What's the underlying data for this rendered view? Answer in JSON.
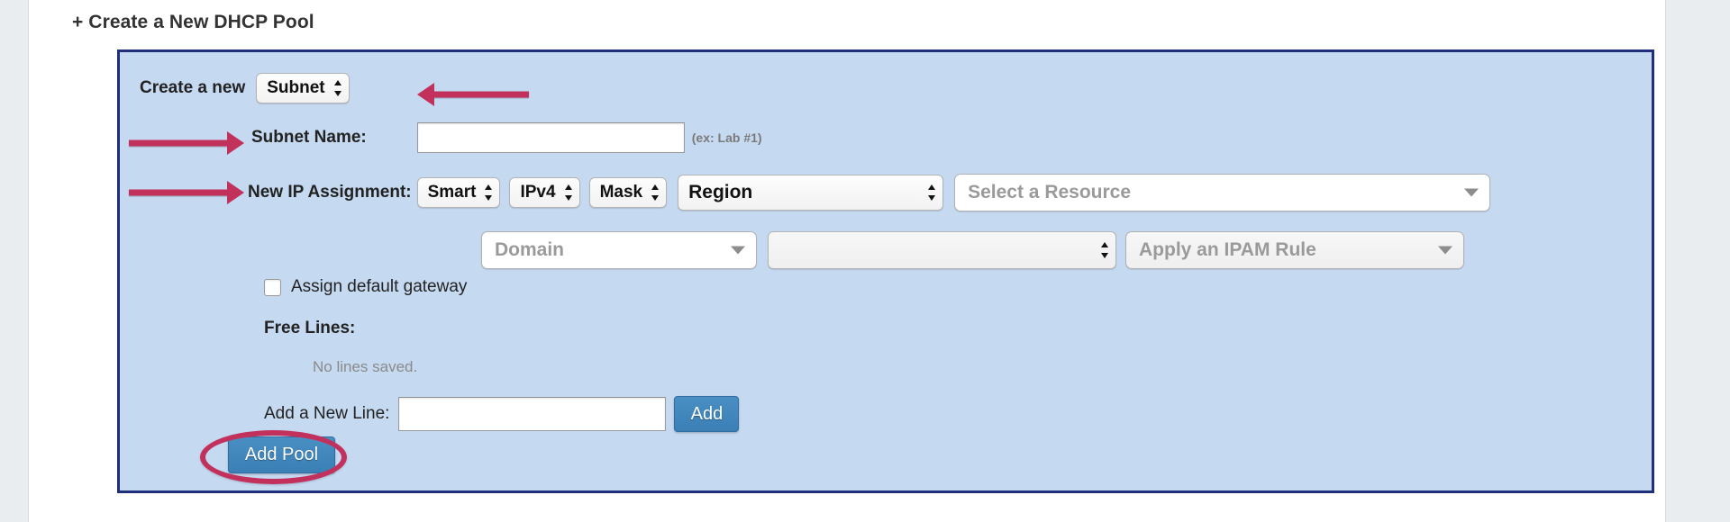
{
  "page": {
    "section_title": "+ Create a New DHCP Pool",
    "accent_color": "#c2305c",
    "panel_bg": "#c5d9f1",
    "panel_border": "#1f2f7a",
    "button_color": "#3a7fb5"
  },
  "form": {
    "create_label": "Create a new",
    "create_type": "Subnet",
    "subnet_name_label": "Subnet Name:",
    "subnet_name_value": "",
    "subnet_name_hint": "(ex: Lab #1)",
    "ip_assignment_label": "New IP Assignment:",
    "ip_mode": "Smart",
    "ip_version": "IPv4",
    "ip_mask": "Mask",
    "ip_scope": "Region",
    "resource_placeholder": "Select a Resource",
    "domain_placeholder": "Domain",
    "secondary_select_value": "",
    "ipam_rule_placeholder": "Apply an IPAM Rule",
    "gateway_checkbox_label": "Assign default gateway",
    "gateway_checked": false,
    "free_lines_label": "Free Lines:",
    "no_lines_text": "No lines saved.",
    "add_line_label": "Add a New Line:",
    "add_line_value": "",
    "add_button_label": "Add",
    "add_pool_button_label": "Add Pool"
  },
  "icons": {
    "updown": "select-updown-arrow-icon",
    "caret": "chevron-down-icon",
    "arrow": "annotation-arrow-icon",
    "ellipse": "annotation-ellipse-icon"
  }
}
